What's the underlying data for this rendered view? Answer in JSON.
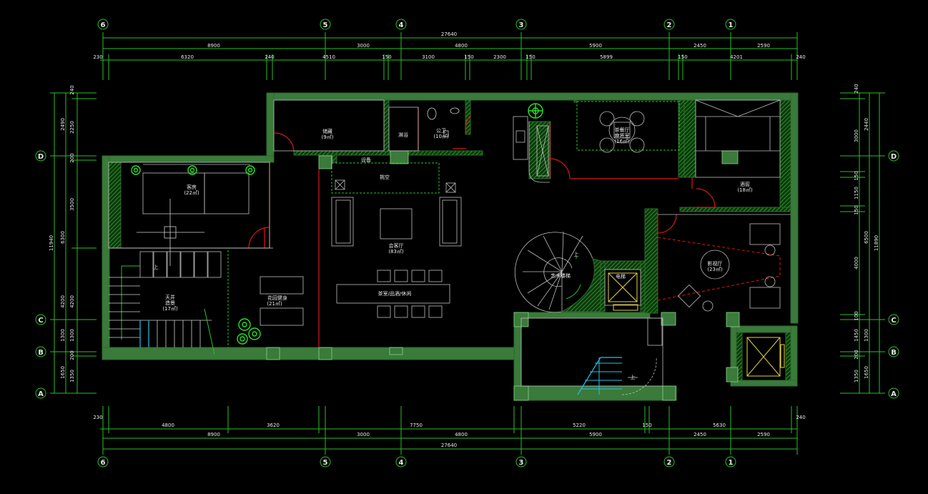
{
  "axes": {
    "columns": [
      "6",
      "5",
      "4",
      "3",
      "2",
      "1"
    ],
    "rows": [
      "D",
      "C",
      "B",
      "A"
    ]
  },
  "dims_top": {
    "total": "27640",
    "row2": [
      "8900",
      "3000",
      "4800",
      "5900",
      "2450",
      "2590"
    ],
    "row3": [
      "230",
      "6320",
      "240",
      "4510",
      "150",
      "3100",
      "150",
      "2300",
      "150",
      "5899",
      "150",
      "4201",
      "240"
    ]
  },
  "dims_bottom": {
    "row1": [
      "230",
      "4800",
      "3620",
      "7750",
      "5220",
      "150",
      "5630",
      "240"
    ],
    "row2": [
      "8900",
      "3000",
      "4800",
      "5900",
      "2450",
      "2590"
    ],
    "total": "27640"
  },
  "dims_left": {
    "outer": "11940",
    "mid": [
      "2490",
      "6300",
      "4200",
      "1300",
      "1650"
    ],
    "inner": [
      "240",
      "2250",
      "200",
      "3500",
      "4200",
      "1300",
      "200",
      "1350"
    ]
  },
  "dims_right": {
    "outer": "11890",
    "mid": [
      "2440",
      "6500",
      "1300",
      "1650"
    ],
    "inner": [
      "240",
      "3000",
      "150",
      "1150",
      "150",
      "4000",
      "100",
      "1450",
      "200",
      "1350"
    ]
  },
  "rooms": {
    "storage": "储藏",
    "storage_area": "(9㎡)",
    "shower": "淋浴",
    "public_wc": "公卫",
    "public_wc_area": "(10㎡)",
    "tea_room": "茶餐厅",
    "tea_room_sub": "麻将室",
    "tea_room_area": "(16㎡)",
    "wine_cellar": "酒窖",
    "wine_cellar_area": "(18㎡)",
    "guest_room": "客房",
    "guest_room_area": "(22㎡)",
    "equipment": "设备",
    "living_hall": "会客厅",
    "living_hall_area": "(83㎡)",
    "void": "挑空",
    "tea_area": "茶室/品酒/休闲",
    "garden": "花园健身",
    "garden_area": "(21㎡)",
    "patio": "天井",
    "patio_sub": "造景",
    "patio_area": "(17㎡)",
    "art_stair": "艺术楼梯",
    "elevator": "电梯",
    "cinema": "影视厅",
    "cinema_area": "(23㎡)",
    "up": "上"
  }
}
